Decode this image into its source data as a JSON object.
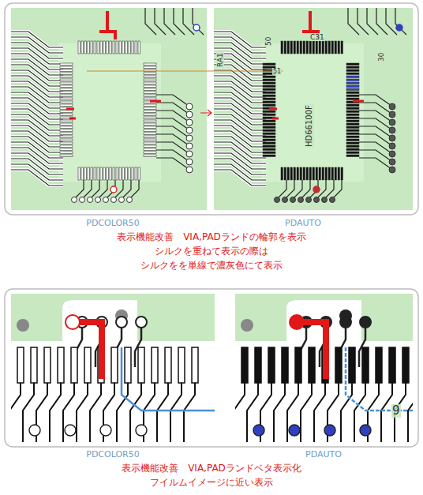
{
  "diagram": {
    "labels": [
      "50",
      "C31",
      "RA1",
      "51",
      "HD66100F",
      "30",
      "9",
      "PDCOLOR50",
      "PDAUTO",
      "表示機能改善　VIA,PADランドの輪郭を表示",
      "シルクを重ねて表示の際は",
      "シルクをを単線で濃灰色にて表示",
      "PDCOLOR50",
      "PDAUTO",
      "表示機能改善　VIA,PADランドベタ表示化",
      "フイルムイメージに近い表示"
    ]
  }
}
